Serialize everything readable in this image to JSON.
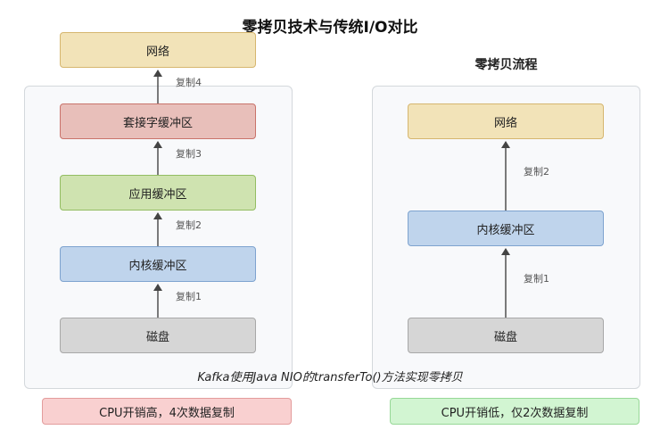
{
  "title": "零拷贝技术与传统I/O对比",
  "colors": {
    "network_fill": "#f2e3b8",
    "network_border": "#d6b66f",
    "socket_fill": "#e8bfba",
    "socket_border": "#c9736b",
    "app_fill": "#cfe3b0",
    "app_border": "#93bd62",
    "kernel_fill": "#bfd4ec",
    "kernel_border": "#7ea3cf",
    "disk_fill": "#d6d6d6",
    "disk_border": "#a8a8a8",
    "bad_fill": "#f9d0d0",
    "bad_border": "#e39c9c",
    "good_fill": "#d2f5d2",
    "good_border": "#97d897",
    "arrow": "#444444"
  },
  "traditional": {
    "network": "网络",
    "socket_buffer": "套接字缓冲区",
    "app_buffer": "应用缓冲区",
    "kernel_buffer": "内核缓冲区",
    "disk": "磁盘",
    "copy1": "复制1",
    "copy2": "复制2",
    "copy3": "复制3",
    "copy4": "复制4",
    "note": "CPU开销高，4次数据复制"
  },
  "zerocopy": {
    "heading": "零拷贝流程",
    "network": "网络",
    "kernel_buffer": "内核缓冲区",
    "disk": "磁盘",
    "copy1": "复制1",
    "copy2": "复制2",
    "note": "CPU开销低，仅2次数据复制"
  },
  "caption": "Kafka使用Java NIO的transferTo()方法实现零拷贝"
}
